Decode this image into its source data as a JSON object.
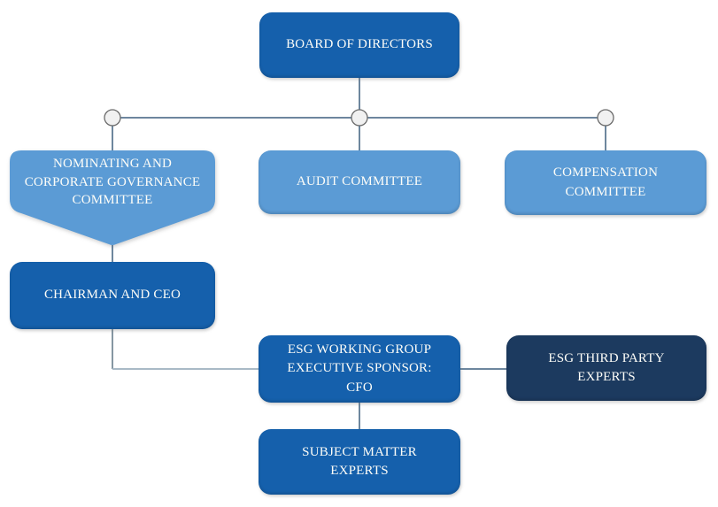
{
  "diagram": {
    "type": "org-chart",
    "nodes": {
      "board": {
        "label": "BOARD OF DIRECTORS",
        "color": "#1560AC"
      },
      "nominating": {
        "label": "NOMINATING AND\nCORPORATE GOVERNANCE\nCOMMITTEE",
        "color": "#5B9BD5",
        "shape": "banner-down"
      },
      "audit": {
        "label": "AUDIT COMMITTEE",
        "color": "#5B9BD5"
      },
      "compensation": {
        "label": "COMPENSATION\nCOMMITTEE",
        "color": "#5B9BD5"
      },
      "chairman": {
        "label": "CHAIRMAN AND CEO",
        "color": "#1560AC"
      },
      "esg_working_group": {
        "label": "ESG WORKING GROUP\nEXECUTIVE SPONSOR:\nCFO",
        "color": "#1560AC"
      },
      "esg_third_party": {
        "label": "ESG THIRD PARTY\nEXPERTS",
        "color": "#1C3A5F"
      },
      "subject_matter": {
        "label": "SUBJECT MATTER\nEXPERTS",
        "color": "#1560AC"
      }
    },
    "edges": [
      {
        "from": "board",
        "to": "nominating"
      },
      {
        "from": "board",
        "to": "audit"
      },
      {
        "from": "board",
        "to": "compensation"
      },
      {
        "from": "nominating",
        "to": "chairman"
      },
      {
        "from": "chairman",
        "to": "esg_working_group"
      },
      {
        "from": "esg_working_group",
        "to": "esg_third_party"
      },
      {
        "from": "esg_working_group",
        "to": "subject_matter"
      }
    ],
    "colors": {
      "dark_blue": "#1560AC",
      "light_blue": "#5B9BD5",
      "navy": "#1C3A5F",
      "connector": "#3D5F7E",
      "connector_mid": "#5E7483",
      "connector_light": "#A9BAC6",
      "junction_fill": "#F1F1F1",
      "junction_stroke": "#6B6B6B",
      "text": "#FDFDF8",
      "background": "#FFFFFF"
    }
  }
}
